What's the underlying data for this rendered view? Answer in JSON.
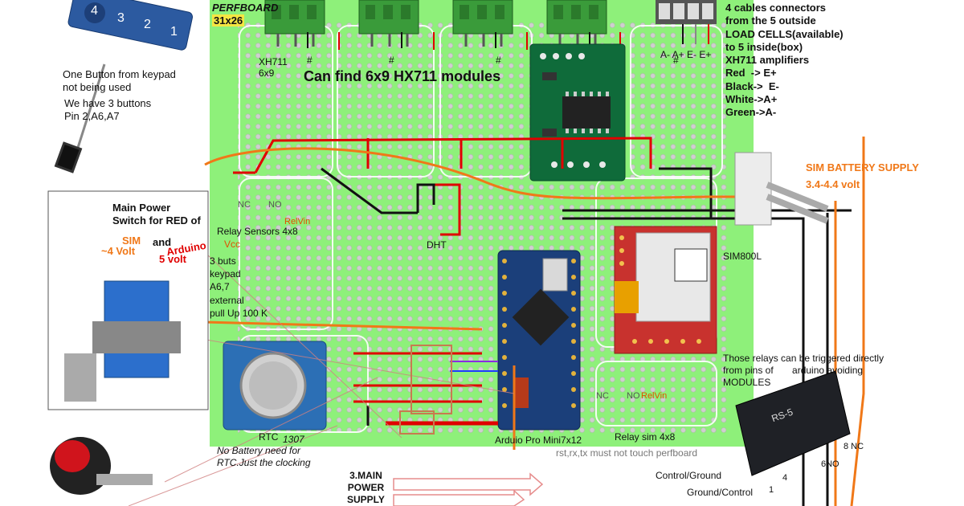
{
  "colors": {
    "board": "#8ef07a",
    "hole": "#c9c9c9",
    "red_wire": "#e00000",
    "orange_wire": "#f07818",
    "module_green": "#0f6b3a",
    "arduino_blue": "#1b3f7a",
    "sim_red": "#c8322e",
    "keypad_blue": "#2c5aa0"
  },
  "labels": {
    "perfboard": "PERFBOARD",
    "perfboard_size": "31x26",
    "xh711": "XH711",
    "xh711_size": "6x9",
    "hash": "#",
    "can_find": "Can find 6x9 HX711 modules",
    "cables_note": "4 cables connectors\nfrom the 5 outside\nLOAD CELLS(available)\nto 5 inside(box)\nXH711 amplifiers\nRed  -> E+\nBlack->  E-\nWhite->A+\nGreen->A-",
    "pins": "A-  A+  E-   E+",
    "sim_battery": "SIM BATTERY SUPPLY",
    "sim_battery_volt": "3.4-4.4 volt",
    "keypad_unused": "One Button from keypad\nnot being used",
    "three_buttons": "We have 3 buttons\nPin 2,A6,A7",
    "main_power": "Main Power\nSwitch for RED of",
    "sim": "SIM",
    "and": "and",
    "arduino": "Arduino",
    "four_volt": "~4 Volt",
    "five_volt": "5 volt",
    "nc": "NC",
    "no": "NO",
    "relvin": "RelVin",
    "relay_sensors": "Relay Sensors 4x8",
    "vcc": "Vcc",
    "keypad_info": "3 buts\nkeypad\nA6,7\nexternal\npull Up 100 K",
    "dht": "DHT",
    "sim800l": "SIM800L",
    "relays_note": "Those relays can be triggered directly\nfrom pins of       arduino avoiding\nMODULES",
    "nc2": "NC",
    "no2": "NO",
    "relvin2": "RelVin",
    "rtc": "RTC",
    "rtc_model": "1307",
    "no_battery": "No Battery need for\nRTC.Just the clocking",
    "arduino_pro": "Arduio Pro Mini7x12",
    "relay_sim": "Relay sim 4x8",
    "rst_note": "rst,rx,tx must not touch perfboard",
    "main_power_supply": "3.MAIN\nPOWER\nSUPPLY",
    "control_ground": "Control/Ground",
    "ground_control": "Ground/Control",
    "pin4": "4",
    "pin1": "1",
    "pin6no": "6NO",
    "pin8nc": "8  NC",
    "keypad_keys": [
      "4",
      "3",
      "2",
      "1"
    ],
    "relay_text": "RS-5"
  }
}
